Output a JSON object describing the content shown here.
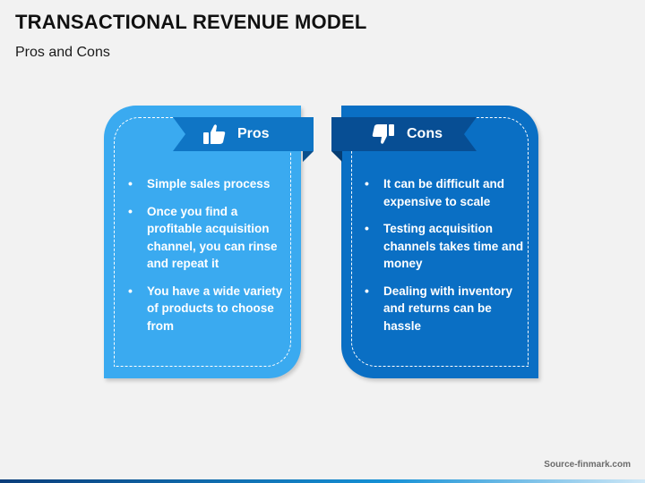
{
  "slide": {
    "title": "TRANSACTIONAL REVENUE MODEL",
    "subtitle": "Pros and Cons",
    "source": "Source-finmark.com"
  },
  "pros": {
    "label": "Pros",
    "icon": "thumbs-up-icon",
    "card_color": "#3aaaf0",
    "ribbon_color": "#0f75c5",
    "items": [
      "Simple sales process",
      "Once you find a profitable acquisition channel, you can rinse and repeat it",
      "You have a wide variety of products to choose from"
    ]
  },
  "cons": {
    "label": "Cons",
    "icon": "thumbs-down-icon",
    "card_color": "#0a6fc4",
    "ribbon_color": "#074e94",
    "items": [
      "It can be difficult and expensive to scale",
      "Testing acquisition channels takes time and money",
      "Dealing with inventory and returns can be hassle"
    ]
  }
}
